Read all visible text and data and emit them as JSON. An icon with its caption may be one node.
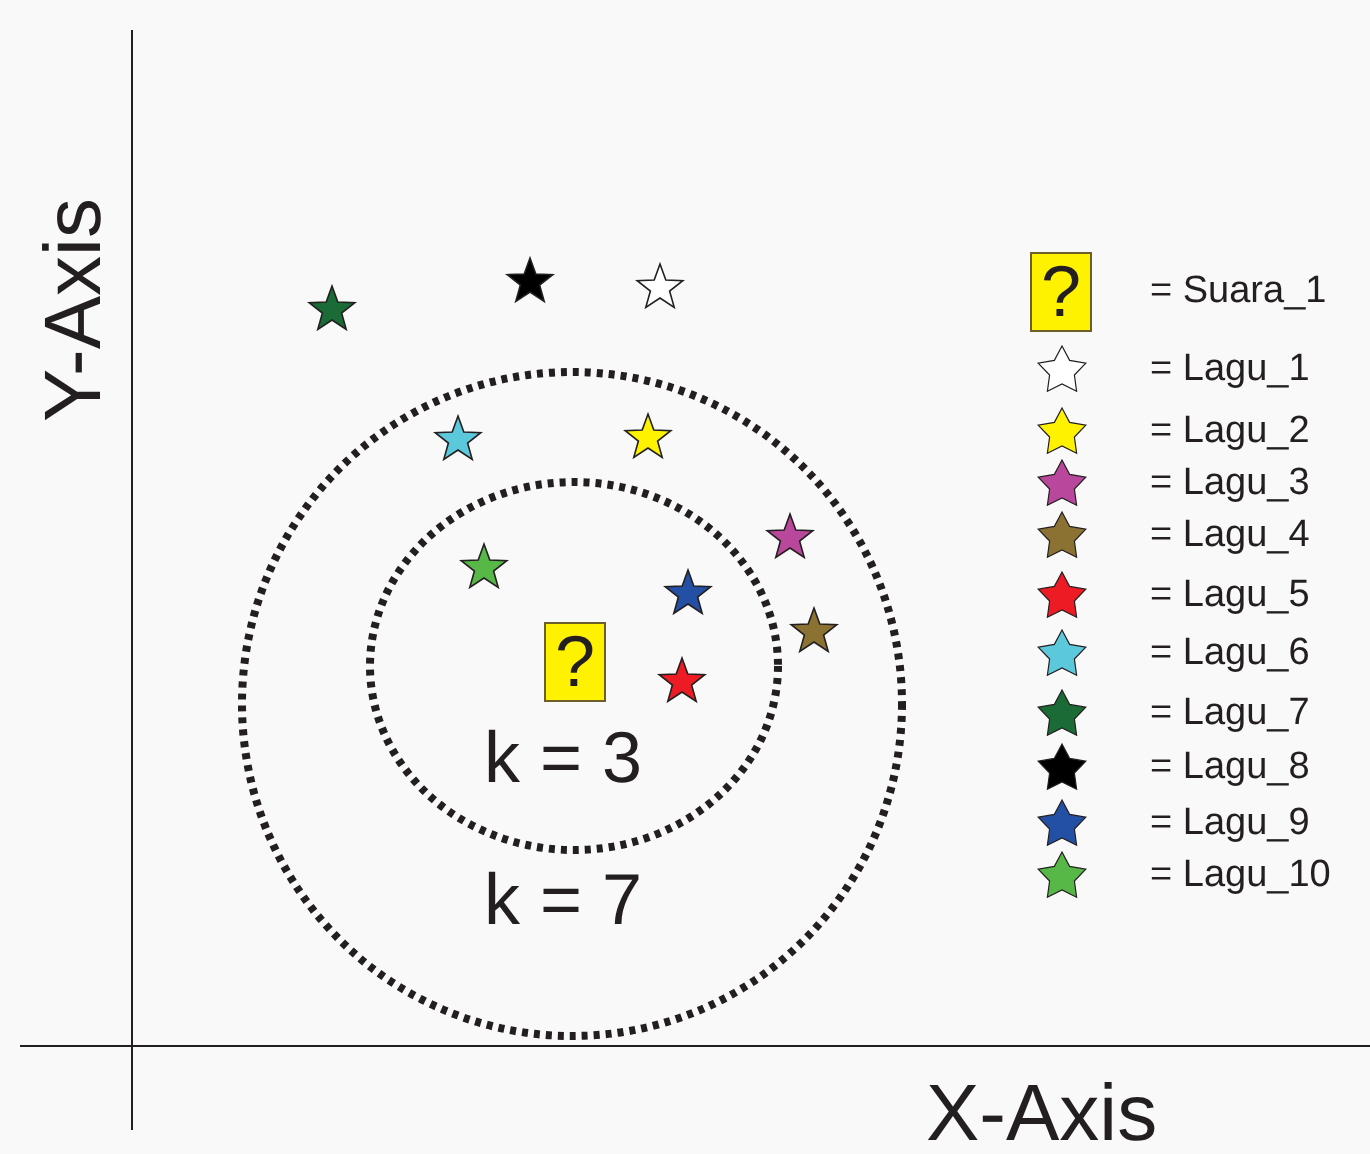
{
  "diagram": {
    "nodes": [
      {
        "text": [
          "?"
        ]
      },
      {
        "text": [
          "?"
        ]
      }
    ],
    "labels": [
      "Y-Axis",
      "k = 3",
      "k = 7",
      "X-Axis"
    ],
    "legend": [
      {
        "text": "= Suara_1",
        "color": "#fff200"
      },
      {
        "text": "= Lagu_1"
      },
      {
        "text": "= Lagu_2",
        "color": "#fff200"
      },
      {
        "text": "= Lagu_3",
        "color": "#b9479c"
      },
      {
        "text": "= Lagu_4",
        "color": "#8c7232"
      },
      {
        "text": "= Lagu_5",
        "color": "#ed1c24"
      },
      {
        "text": "= Lagu_6",
        "color": "#5bc8dc"
      },
      {
        "text": "= Lagu_7",
        "color": "#1a6b35"
      },
      {
        "text": "= Lagu_8",
        "color": "#000000"
      },
      {
        "text": "= Lagu_9",
        "color": "#2350a5"
      },
      {
        "text": "= Lagu_10",
        "color": "#57b847"
      }
    ]
  }
}
